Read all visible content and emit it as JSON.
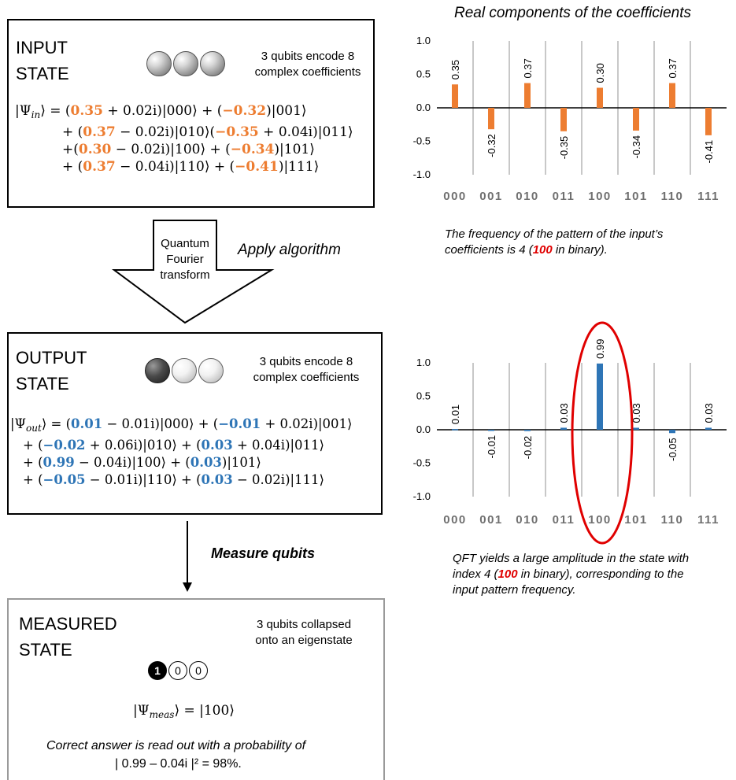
{
  "input_box": {
    "title": "INPUT\nSTATE",
    "desc": "3 qubits encode 8\ncomplex coefficients",
    "psi_label": "Ψ",
    "psi_sub": "in",
    "equation_lines": [
      [
        [
          "|Ψ",
          ""
        ],
        [
          "in",
          "sub"
        ],
        [
          "⟩ = (",
          ""
        ],
        [
          "0.35",
          "o"
        ],
        [
          " + 0.02i)|000⟩ + (",
          ""
        ],
        [
          "−0.32",
          "o"
        ],
        [
          ")|001⟩",
          ""
        ]
      ],
      [
        [
          "+ (",
          ""
        ],
        [
          "0.37",
          "o"
        ],
        [
          " − 0.02i)|010⟩(",
          ""
        ],
        [
          "−0.35",
          "o"
        ],
        [
          " + 0.04i)|011⟩",
          ""
        ]
      ],
      [
        [
          "+(",
          ""
        ],
        [
          "0.30",
          "o"
        ],
        [
          " − 0.02i)|100⟩ + (",
          ""
        ],
        [
          "−0.34",
          "o"
        ],
        [
          ")|101⟩",
          ""
        ]
      ],
      [
        [
          "+ (",
          ""
        ],
        [
          "0.37",
          "o"
        ],
        [
          " − 0.04i)|110⟩ + (",
          ""
        ],
        [
          "−0.41",
          "o"
        ],
        [
          ")|111⟩",
          ""
        ]
      ]
    ]
  },
  "arrow_big": {
    "text": "Quantum\nFourier\ntransform"
  },
  "apply_label": "Apply algorithm",
  "output_box": {
    "title": "OUTPUT\nSTATE",
    "desc": "3 qubits encode 8\ncomplex coefficients",
    "equation_lines": [
      [
        [
          "|Ψ",
          ""
        ],
        [
          "out",
          "sub"
        ],
        [
          "⟩ = (",
          ""
        ],
        [
          "0.01",
          "b"
        ],
        [
          " − 0.01i)|000⟩ + (",
          ""
        ],
        [
          "−0.01",
          "b"
        ],
        [
          " + 0.02i)|001⟩",
          ""
        ]
      ],
      [
        [
          "+ (",
          ""
        ],
        [
          "−0.02",
          "b"
        ],
        [
          " + 0.06i)|010⟩ + (",
          ""
        ],
        [
          "0.03",
          "b"
        ],
        [
          " + 0.04i)|011⟩",
          ""
        ]
      ],
      [
        [
          "+ (",
          ""
        ],
        [
          "0.99",
          "b"
        ],
        [
          " − 0.04i)|100⟩ + (",
          ""
        ],
        [
          "0.03",
          "b"
        ],
        [
          ")|101⟩",
          ""
        ]
      ],
      [
        [
          "+ (",
          ""
        ],
        [
          "−0.05",
          "b"
        ],
        [
          " − 0.01i)|110⟩ + (",
          ""
        ],
        [
          "0.03",
          "b"
        ],
        [
          " − 0.02i)|111⟩",
          ""
        ]
      ]
    ]
  },
  "measure_label": "Measure qubits",
  "measured_box": {
    "title": "MEASURED\nSTATE",
    "desc": "3 qubits collapsed\nonto an eigenstate",
    "qubit_values": [
      "1",
      "0",
      "0"
    ],
    "equation": [
      [
        "|Ψ",
        ""
      ],
      [
        "meas",
        "sub"
      ],
      [
        "⟩ = |100⟩",
        ""
      ]
    ],
    "readout_line1": "Correct answer is read out with a probability of",
    "readout_line2": "| 0.99 – 0.04i |² = 98%."
  },
  "caption_top": {
    "pre": "The frequency of the pattern of the input’s\ncoefficients is 4 (",
    "highlight": "100",
    "post": " in binary)."
  },
  "caption_bottom": {
    "pre": "QFT yields a large amplitude in the state with\nindex 4 (",
    "highlight": "100",
    "post": " in binary), corresponding to the\ninput pattern frequency."
  },
  "colors": {
    "orange": "#ed7d31",
    "blue": "#2e75b6",
    "highlight_red": "#e00000",
    "ellipse": "#e00000"
  },
  "chart_data": [
    {
      "type": "bar",
      "title": "Real components of the coefficients",
      "categories": [
        "000",
        "001",
        "010",
        "011",
        "100",
        "101",
        "110",
        "111"
      ],
      "values": [
        0.35,
        -0.32,
        0.37,
        -0.35,
        0.3,
        -0.34,
        0.37,
        -0.41
      ],
      "labels": [
        "0.35",
        "-0.32",
        "0.37",
        "-0.35",
        "0.30",
        "-0.34",
        "0.37",
        "-0.41"
      ],
      "yticks": [
        "1.0",
        "0.5",
        "0.0",
        "-0.5",
        "-1.0"
      ],
      "ylim": [
        -1.0,
        1.0
      ],
      "color": "#ed7d31"
    },
    {
      "type": "bar",
      "title": "",
      "categories": [
        "000",
        "001",
        "010",
        "011",
        "100",
        "101",
        "110",
        "111"
      ],
      "values": [
        0.01,
        -0.01,
        -0.02,
        0.03,
        0.99,
        0.03,
        -0.05,
        0.03
      ],
      "labels": [
        "0.01",
        "-0.01",
        "-0.02",
        "0.03",
        "0.99",
        "0.03",
        "-0.05",
        "0.03"
      ],
      "yticks": [
        "1.0",
        "0.5",
        "0.0",
        "-0.5",
        "-1.0"
      ],
      "ylim": [
        -1.0,
        1.0
      ],
      "color": "#2e75b6",
      "highlight_category": "100"
    }
  ]
}
